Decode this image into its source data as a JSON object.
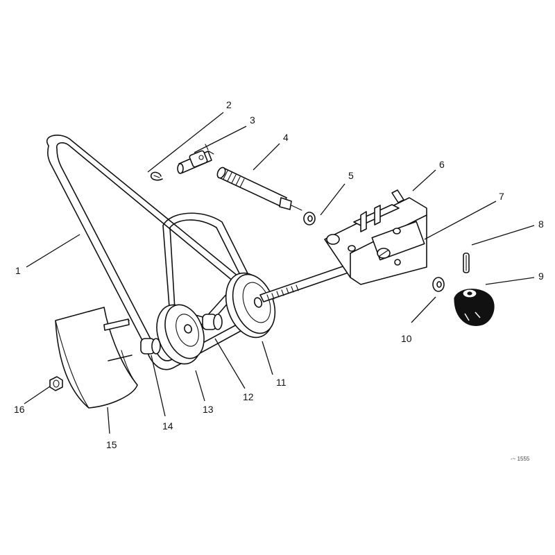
{
  "callouts": [
    {
      "id": "1",
      "label": "1"
    },
    {
      "id": "2",
      "label": "2"
    },
    {
      "id": "3",
      "label": "3"
    },
    {
      "id": "4",
      "label": "4"
    },
    {
      "id": "5",
      "label": "5"
    },
    {
      "id": "6",
      "label": "6"
    },
    {
      "id": "7",
      "label": "7"
    },
    {
      "id": "8",
      "label": "8"
    },
    {
      "id": "9",
      "label": "9"
    },
    {
      "id": "10",
      "label": "10"
    },
    {
      "id": "11",
      "label": "11"
    },
    {
      "id": "12",
      "label": "12"
    },
    {
      "id": "13",
      "label": "13"
    },
    {
      "id": "14",
      "label": "14"
    },
    {
      "id": "15",
      "label": "15"
    },
    {
      "id": "16",
      "label": "16"
    }
  ],
  "ref_code": "-~ 1555",
  "colors": {
    "ink": "#111111",
    "paper": "#ffffff"
  }
}
